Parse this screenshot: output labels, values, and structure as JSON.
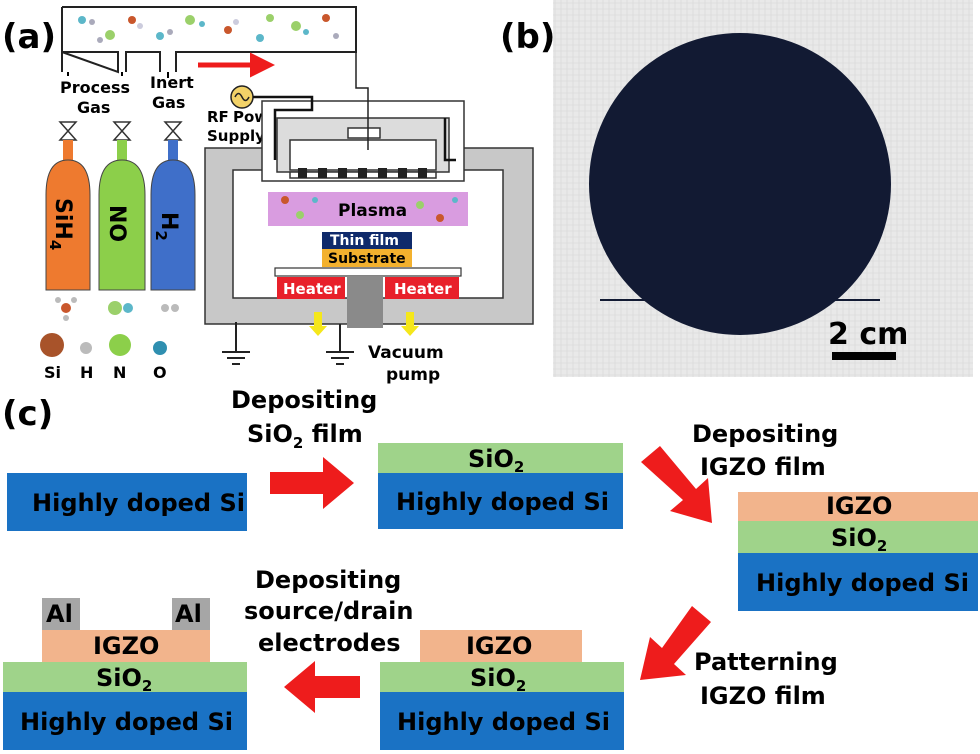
{
  "panels": {
    "a": "(a)",
    "b": "(b)",
    "c": "(c)"
  },
  "panel_a": {
    "process_gas": "Process",
    "process_gas2": "Gas",
    "inert_gas": "Inert",
    "inert_gas2": "Gas",
    "rf_power": "RF",
    "rf_power2": "Power",
    "rf_supply": "Supply",
    "plasma": "Plasma",
    "thin_film": "Thin film",
    "substrate": "Substrate",
    "heater_left": "Heater",
    "heater_right": "Heater",
    "vacuum": "Vacuum",
    "pump": "pump",
    "cylinders": [
      {
        "main": "SiH",
        "sub": "4",
        "color": "#ee7a2f"
      },
      {
        "main": "NO",
        "sub": "",
        "color": "#8ccf4a"
      },
      {
        "main": "H",
        "sub": "2",
        "color": "#3f6fc9"
      }
    ],
    "atoms": [
      "Si",
      "H",
      "N",
      "O"
    ]
  },
  "panel_b": {
    "scale": "2 cm"
  },
  "panel_c": {
    "step1_line1": "Depositing",
    "step1_line2_main": "SiO",
    "step1_line2_sub": "2",
    "step1_line2_tail": " film",
    "step2_line1": "Depositing",
    "step2_line2": "IGZO film",
    "step3_line1": "Patterning",
    "step3_line2": "IGZO film",
    "step4_line1": "Depositing",
    "step4_line2": "source/drain",
    "step4_line3": "electrodes",
    "si": "Highly doped Si",
    "sio2_main": "SiO",
    "sio2_sub": "2",
    "igzo": "IGZO",
    "al": "Al"
  },
  "colors": {
    "si_blue": "#1a72c4",
    "sio2_green": "#9fd38a",
    "igzo_orange": "#f2b48c",
    "al_gray": "#a6a6a6",
    "arrow_red": "#ee1c1c",
    "plasma_purple": "#d99ce0",
    "heater_red": "#e8202a",
    "chamber_gray": "#c8c8c8"
  }
}
